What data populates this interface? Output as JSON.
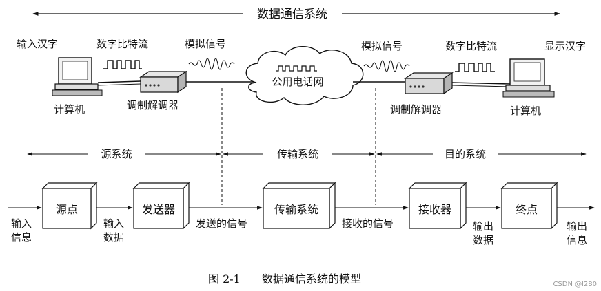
{
  "top": {
    "system_label": "数据通信系统"
  },
  "illustration": {
    "left_input_label": "输入汉字",
    "left_bitstream_label": "数字比特流",
    "left_analog_label": "模拟信号",
    "left_computer_label": "计算机",
    "left_modem_label": "调制解调器",
    "network_label": "公用电话网",
    "right_analog_label": "模拟信号",
    "right_bitstream_label": "数字比特流",
    "right_display_label": "显示汉字",
    "right_computer_label": "计算机",
    "right_modem_label": "调制解调器"
  },
  "subsystems": {
    "source": "源系统",
    "transmission": "传输系统",
    "destination": "目的系统"
  },
  "blocks": {
    "source_point": "源点",
    "transmitter": "发送器",
    "transmission_system": "传输系统",
    "receiver": "接收器",
    "destination_point": "终点"
  },
  "flow_labels": {
    "input_info_line1": "输入",
    "input_info_line2": "信息",
    "input_data_line1": "输入",
    "input_data_line2": "数据",
    "sent_signal": "发送的信号",
    "received_signal": "接收的信号",
    "output_data_line1": "输出",
    "output_data_line2": "数据",
    "output_info_line1": "输出",
    "output_info_line2": "信息"
  },
  "caption": {
    "number": "图 2-1",
    "title": "数据通信系统的模型"
  },
  "watermark": "CSDN @l280"
}
